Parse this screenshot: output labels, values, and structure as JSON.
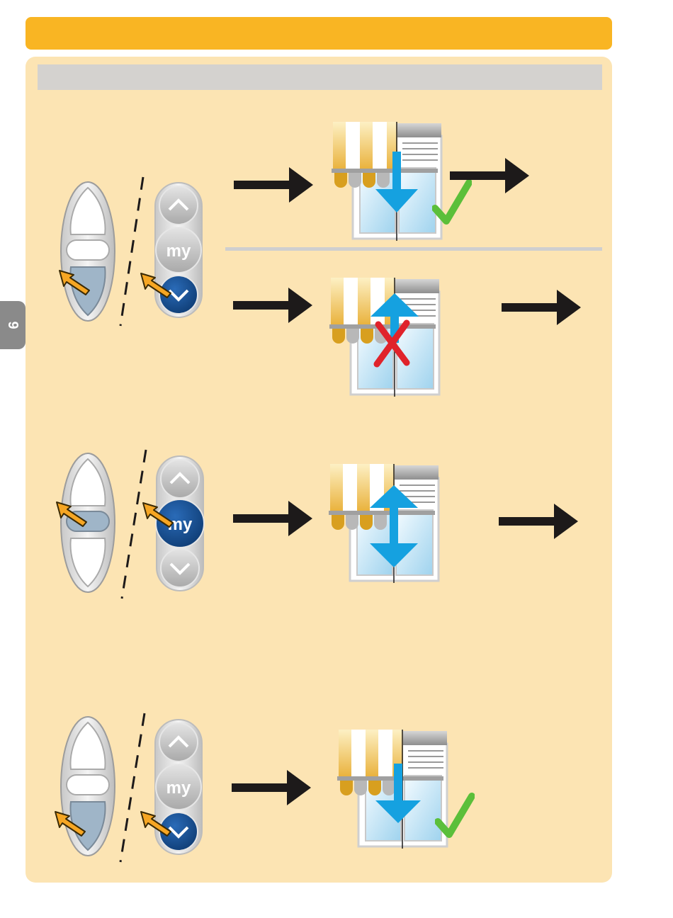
{
  "page": {
    "section_tab_label": "9",
    "header_title": "",
    "subheader_title": ""
  },
  "remote_labels": {
    "my": "my"
  },
  "colors": {
    "header": "#f9b523",
    "panel": "#fce4b3",
    "subheader": "#d4d2cf",
    "tab": "#8a8a8a",
    "motion_arrow": "#15a1e0",
    "ok": "#5bbf3a",
    "fail": "#e0232b",
    "press_pointer": "#f6a623",
    "pressed_button": "#164a8a"
  },
  "steps": [
    {
      "id": "step-1",
      "pressed": "down",
      "motion": "down",
      "outcome": "ok"
    },
    {
      "id": "step-2",
      "pressed": "down",
      "motion": "up",
      "outcome": "fail"
    },
    {
      "id": "step-3",
      "pressed": "my",
      "motion": "up-down",
      "outcome": "none"
    },
    {
      "id": "step-4",
      "pressed": "down",
      "motion": "down",
      "outcome": "ok"
    }
  ],
  "icons": [
    "up-chevron-icon",
    "my-button-icon",
    "down-chevron-icon",
    "press-pointer-icon",
    "black-arrow-icon",
    "check-mark-icon",
    "cross-mark-icon",
    "awning-shutter-illustration"
  ]
}
